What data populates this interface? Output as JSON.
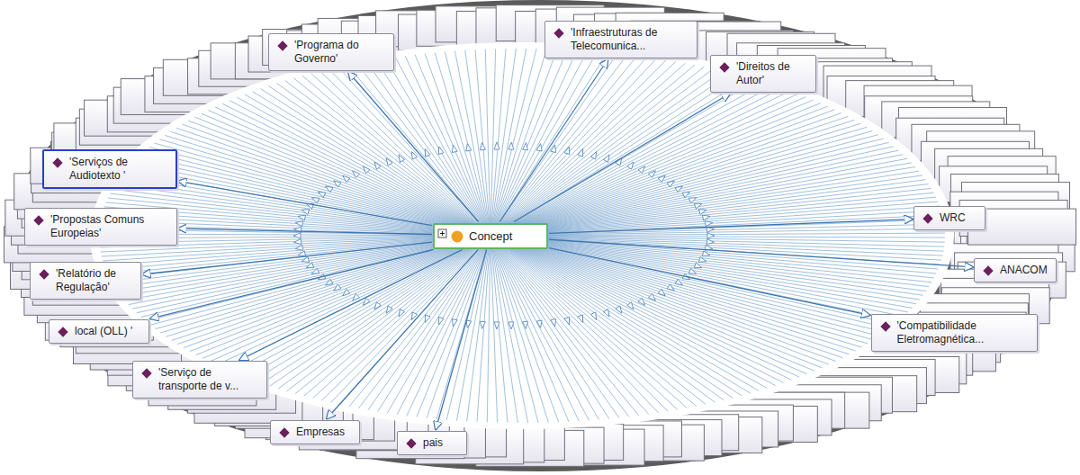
{
  "diagram": {
    "nodes": [
      {
        "text": [
          "Concept"
        ]
      },
      {
        "text": [
          "'Programa do Governo'"
        ]
      },
      {
        "text": [
          "'Infraestruturas de Telecomunica..."
        ]
      },
      {
        "text": [
          "'Direitos de Autor'"
        ]
      },
      {
        "text": [
          "'Serviços de Audiotexto '"
        ]
      },
      {
        "text": [
          "'Propostas Comuns Europeias'"
        ]
      },
      {
        "text": [
          "'Relatório de Regulação'"
        ]
      },
      {
        "text": [
          "local (OLL) '"
        ]
      },
      {
        "text": [
          "'Serviço de transporte de v..."
        ]
      },
      {
        "text": [
          "Empresas"
        ]
      },
      {
        "text": [
          "pais"
        ]
      },
      {
        "text": [
          "WRC"
        ]
      },
      {
        "text": [
          "ANACOM"
        ]
      },
      {
        "text": [
          "'Compatibilidade Eletromagnética..."
        ]
      }
    ],
    "edges": [
      {
        "from": 0,
        "to": 1,
        "arrow": "to"
      },
      {
        "from": 0,
        "to": 2,
        "arrow": "to"
      },
      {
        "from": 0,
        "to": 3,
        "arrow": "to"
      },
      {
        "from": 0,
        "to": 4,
        "arrow": "to"
      },
      {
        "from": 0,
        "to": 5,
        "arrow": "to"
      },
      {
        "from": 0,
        "to": 6,
        "arrow": "to"
      },
      {
        "from": 0,
        "to": 7,
        "arrow": "to"
      },
      {
        "from": 0,
        "to": 8,
        "arrow": "to"
      },
      {
        "from": 0,
        "to": 9,
        "arrow": "to"
      },
      {
        "from": 0,
        "to": 10,
        "arrow": "to"
      },
      {
        "from": 0,
        "to": 11,
        "arrow": "to"
      },
      {
        "from": 0,
        "to": 12,
        "arrow": "to"
      },
      {
        "from": 0,
        "to": 13,
        "arrow": "to"
      }
    ]
  }
}
